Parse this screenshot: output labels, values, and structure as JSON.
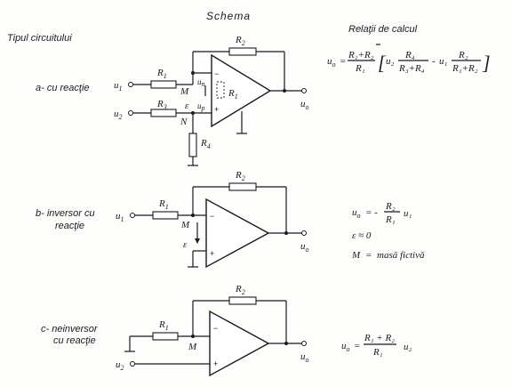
{
  "headers": {
    "type": "Tipul circuitului",
    "schema": "Schema",
    "formulas": "Relaţii de calcul"
  },
  "circuits": [
    {
      "type_label": "a- cu reacţie",
      "labels": {
        "r1": "R",
        "r1_sub": "1",
        "r2": "R",
        "r2_sub": "2",
        "r3": "R",
        "r3_sub": "3",
        "r4": "R",
        "r4_sub": "4",
        "ri": "R",
        "ri_sub": "1",
        "u1": "u",
        "u1_sub": "1",
        "u2": "u",
        "u2_sub": "2",
        "un": "u",
        "un_sub": "n",
        "up": "u",
        "up_sub": "p",
        "uo": "u",
        "uo_sub": "o",
        "m": "M",
        "n": "N",
        "eps": "ε"
      },
      "formula": {
        "lhs": "u",
        "lhs_sub": "o",
        "eq": "=",
        "frac1_num": "R₁+R₂",
        "frac1_den": "R₁",
        "bracket_open": "[",
        "term_u2": "u₂",
        "frac2_num": "R₄",
        "frac2_den": "R₃+R₄",
        "minus": "-",
        "term_u1": "u₁",
        "frac3_num": "R₂",
        "frac3_den": "R₁+R₂",
        "bracket_close": "]"
      }
    },
    {
      "type_label_line1": "b- inversor cu",
      "type_label_line2": "reacţie",
      "labels": {
        "r1": "R",
        "r1_sub": "1",
        "r2": "R",
        "r2_sub": "2",
        "u1": "u",
        "u1_sub": "1",
        "uo": "u",
        "uo_sub": "o",
        "m": "M",
        "eps": "ε"
      },
      "formula": {
        "line1_lhs": "u",
        "line1_lhs_sub": "o",
        "line1_eq": "= -",
        "frac_num": "R₂",
        "frac_den": "R₁",
        "line1_rhs": "u₁",
        "line2": "ε ≈ 0",
        "line3_lhs": "M",
        "line3_eq": "=",
        "line3_rhs": "masă fictivă"
      }
    },
    {
      "type_label_line1": "c- neinversor",
      "type_label_line2": "cu reacţie",
      "labels": {
        "r1": "R",
        "r1_sub": "1",
        "r2": "R",
        "r2_sub": "2",
        "u2": "u",
        "u2_sub": "2",
        "uo": "u",
        "uo_sub": "o",
        "m": "M"
      },
      "formula": {
        "lhs": "u",
        "lhs_sub": "o",
        "eq": "=",
        "frac_num": "R₁ + R₂",
        "frac_den": "R₁",
        "rhs": "u₂"
      }
    }
  ],
  "pins": {
    "minus": "−",
    "plus": "+"
  }
}
